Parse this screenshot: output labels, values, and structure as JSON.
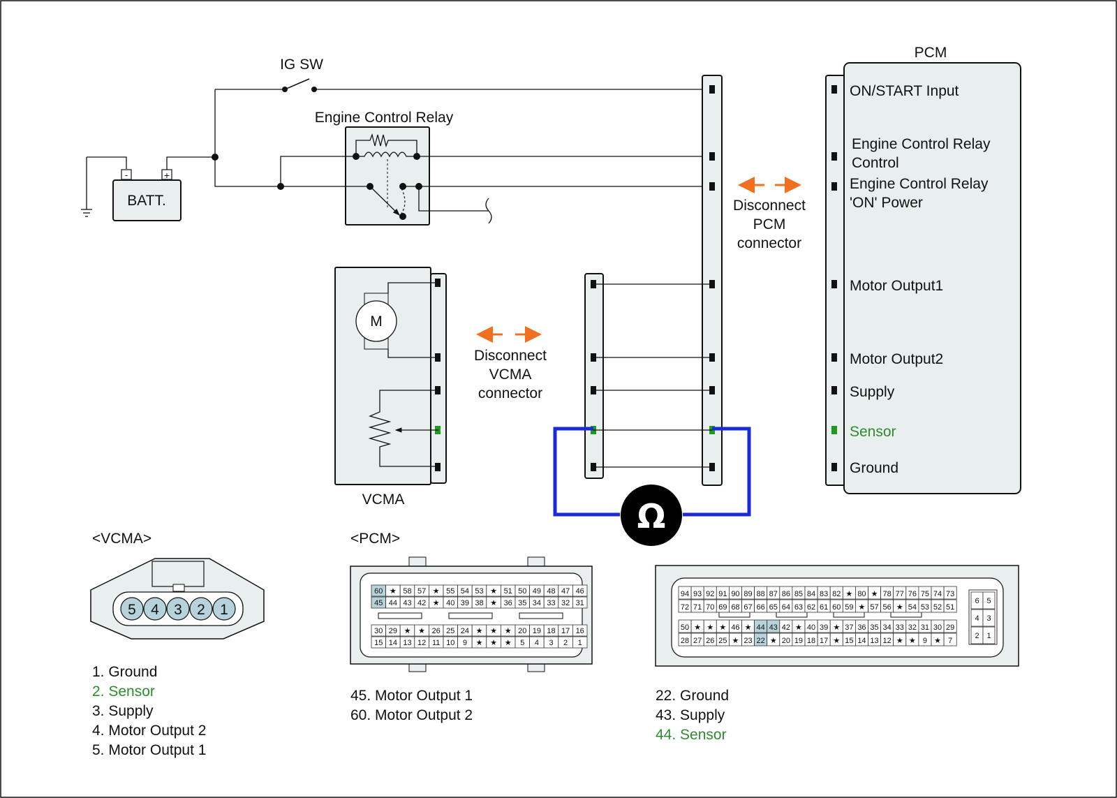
{
  "colors": {
    "sensor_highlight": "#2e8b2e",
    "ohmmeter_leads": "#1a2ad4",
    "disconnect_arrows": "#f07020",
    "component_fill": "#e9efef",
    "pin_highlight": "#b6d3dc"
  },
  "circuit": {
    "ig_sw": "IG SW",
    "relay": "Engine Control Relay",
    "battery": "BATT.",
    "batt_neg": "-",
    "batt_pos": "+",
    "motor": "M",
    "vcma": "VCMA",
    "pcm_title": "PCM",
    "ohm_symbol": "Ω",
    "pcm_pins": {
      "on_start": "ON/START Input",
      "ecr_control_1": "Engine Control Relay",
      "ecr_control_2": "Control",
      "ecr_on_1": "Engine Control Relay",
      "ecr_on_2": "'ON' Power",
      "motor1": "Motor Output1",
      "motor2": "Motor Output2",
      "supply": "Supply",
      "sensor": "Sensor",
      "ground": "Ground"
    },
    "disconnect_pcm": [
      "Disconnect",
      "PCM",
      "connector"
    ],
    "disconnect_vcma": [
      "Disconnect",
      "VCMA",
      "connector"
    ]
  },
  "vcma_connector": {
    "title": "<VCMA>",
    "pins": [
      "5",
      "4",
      "3",
      "2",
      "1"
    ],
    "legend": [
      {
        "text": "1. Ground",
        "highlight": false
      },
      {
        "text": "2. Sensor",
        "highlight": true
      },
      {
        "text": "3. Supply",
        "highlight": false
      },
      {
        "text": "4. Motor Output 2",
        "highlight": false
      },
      {
        "text": "5. Motor Output 1",
        "highlight": false
      }
    ]
  },
  "pcm_connector": {
    "title": "<PCM>",
    "rows": [
      [
        "60",
        "★",
        "58",
        "57",
        "★",
        "55",
        "54",
        "53",
        "★",
        "51",
        "50",
        "49",
        "48",
        "47",
        "46"
      ],
      [
        "45",
        "44",
        "43",
        "42",
        "★",
        "40",
        "39",
        "38",
        "★",
        "36",
        "35",
        "34",
        "33",
        "32",
        "31"
      ],
      [
        "30",
        "29",
        "★",
        "★",
        "26",
        "25",
        "24",
        "★",
        "★",
        "★",
        "20",
        "19",
        "18",
        "17",
        "16"
      ],
      [
        "15",
        "14",
        "13",
        "12",
        "11",
        "10",
        "9",
        "★",
        "★",
        "★",
        "5",
        "4",
        "3",
        "2",
        "1"
      ]
    ],
    "highlight": [
      "60",
      "45"
    ],
    "legend": [
      {
        "text": "45. Motor Output 1",
        "highlight": false
      },
      {
        "text": "60. Motor Output 2",
        "highlight": false
      }
    ]
  },
  "pcm_connector_2": {
    "rows": [
      [
        "94",
        "93",
        "92",
        "91",
        "90",
        "89",
        "88",
        "87",
        "86",
        "85",
        "84",
        "83",
        "82",
        "★",
        "80",
        "★",
        "78",
        "77",
        "76",
        "75",
        "74",
        "73"
      ],
      [
        "72",
        "71",
        "70",
        "69",
        "68",
        "67",
        "66",
        "65",
        "64",
        "63",
        "62",
        "61",
        "60",
        "59",
        "★",
        "57",
        "56",
        "★",
        "54",
        "53",
        "52",
        "51"
      ],
      [
        "50",
        "★",
        "★",
        "★",
        "46",
        "★",
        "44",
        "43",
        "42",
        "★",
        "40",
        "39",
        "★",
        "37",
        "36",
        "35",
        "34",
        "33",
        "32",
        "31",
        "30",
        "29"
      ],
      [
        "28",
        "27",
        "26",
        "25",
        "★",
        "23",
        "22",
        "★",
        "20",
        "19",
        "18",
        "17",
        "★",
        "15",
        "14",
        "13",
        "12",
        "★",
        "★",
        "9",
        "★",
        "7"
      ]
    ],
    "side_rows": [
      [
        "6",
        "5"
      ],
      [
        "4",
        "3"
      ],
      [
        "2",
        "1"
      ]
    ],
    "highlight": [
      "44",
      "43",
      "22"
    ],
    "legend": [
      {
        "text": "22. Ground",
        "highlight": false
      },
      {
        "text": "43. Supply",
        "highlight": false
      },
      {
        "text": "44. Sensor",
        "highlight": true
      }
    ]
  }
}
